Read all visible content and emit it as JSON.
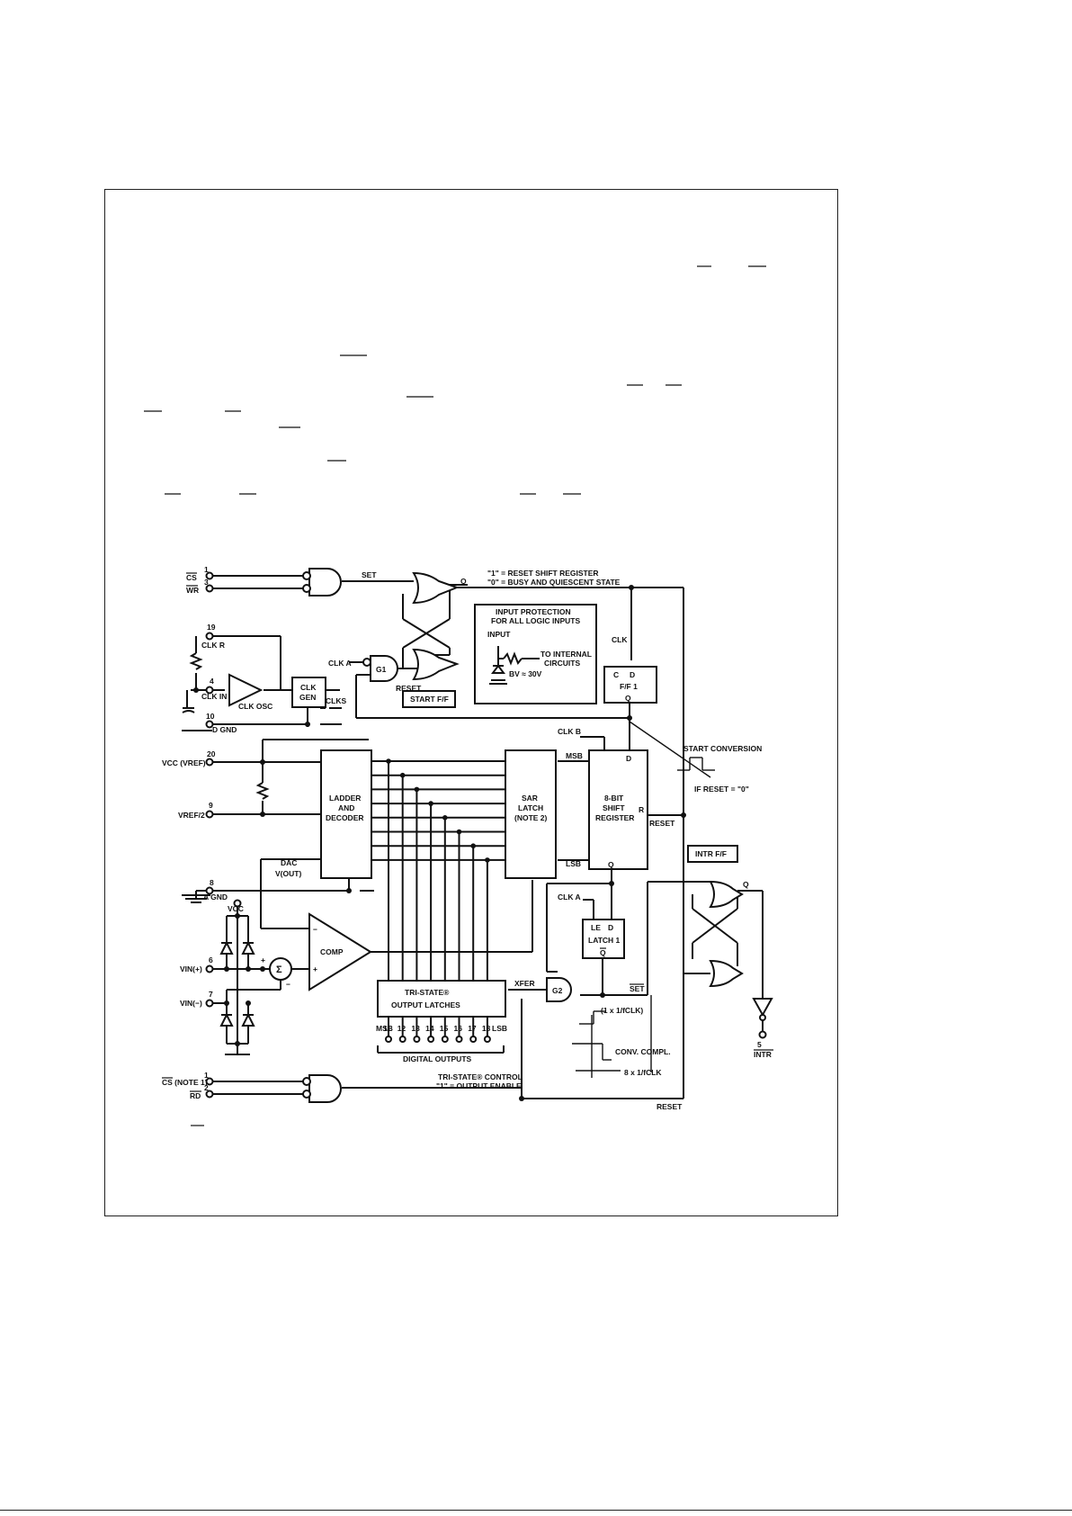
{
  "pins": {
    "cs1": "1",
    "wr": "3",
    "clkr": "19",
    "clkin": "4",
    "dgnd": "10",
    "vcc": "20",
    "vref2": "9",
    "agnd": "8",
    "vinp": "6",
    "vinm": "7",
    "cs_note": "1",
    "rd": "2",
    "intr": "5"
  },
  "labels": {
    "cs": "CS",
    "wr": "WR",
    "clk_r": "CLK R",
    "clk_in": "CLK IN",
    "d_gnd": "D GND",
    "vcc_vref": "VCC (VREF)",
    "vref_2": "VREF/2",
    "a_gnd": "A GND",
    "vin_plus": "VIN(+)",
    "vin_minus": "VIN(−)",
    "vcc": "VCC",
    "cs_note1": "CS (NOTE 1)",
    "rd": "RD",
    "intr": "INTR",
    "set": "SET",
    "reset": "RESET",
    "reset2": "RESET",
    "reset3": "RESET",
    "clk_a": "CLK A",
    "clk_a2": "CLK A",
    "clk_b": "CLK B",
    "clk": "CLK",
    "clk_osc": "CLK OSC",
    "clk_gen_1": "CLK",
    "clk_gen_2": "GEN",
    "clks": "CLKS",
    "g1": "G1",
    "g2": "G2",
    "start_ff": "START F/F",
    "intr_ff": "INTR F/F",
    "ff1_c": "C",
    "ff1_d": "D",
    "ff1_name": "F/F 1",
    "ff1_q": "Q",
    "q_out": "Q",
    "q_out2": "Q",
    "ladder_1": "LADDER",
    "ladder_2": "AND",
    "ladder_3": "DECODER",
    "sar_1": "SAR",
    "sar_2": "LATCH",
    "sar_3": "(NOTE 2)",
    "sr_d": "D",
    "sr_1": "8-BIT",
    "sr_2": "SHIFT",
    "sr_3": "REGISTER",
    "sr_r": "R",
    "sr_q": "Q",
    "msb": "MSB",
    "lsb": "LSB",
    "msb2": "MSB",
    "lsb2": "LSB",
    "latch1_le": "LE",
    "latch1_d": "D",
    "latch1_name": "LATCH 1",
    "latch1_q": "Q",
    "comp": "COMP",
    "dac": "DAC",
    "vout": "V(OUT)",
    "tri_1": "TRI-STATE®",
    "tri_2": "OUTPUT LATCHES",
    "digital_outputs": "DIGITAL OUTPUTS",
    "xfer": "XFER",
    "set_bar": "SET",
    "reset_note_1": "\"1\" = RESET SHIFT REGISTER",
    "reset_note_2": "\"0\" = BUSY AND QUIESCENT STATE",
    "prot_1": "INPUT PROTECTION",
    "prot_2": "FOR ALL LOGIC INPUTS",
    "prot_input": "INPUT",
    "prot_to_1": "TO INTERNAL",
    "prot_to_2": "CIRCUITS",
    "prot_bv": "BV ≈ 30V",
    "start_conversion": "START CONVERSION",
    "if_reset": "IF RESET = \"0\"",
    "t1": "(1 x 1/fCLK)",
    "conv_compl": "CONV. COMPL.",
    "t8": "8 x 1/fCLK",
    "tri_ctrl_1": "TRI-STATE® CONTROL",
    "tri_ctrl_2": "\"1\" = OUTPUT ENABLE",
    "plus": "+",
    "minus": "−",
    "sum": "Σ",
    "plus2": "+",
    "minus2": "−"
  },
  "output_pins": [
    "11",
    "12",
    "13",
    "14",
    "15",
    "16",
    "17",
    "18"
  ]
}
